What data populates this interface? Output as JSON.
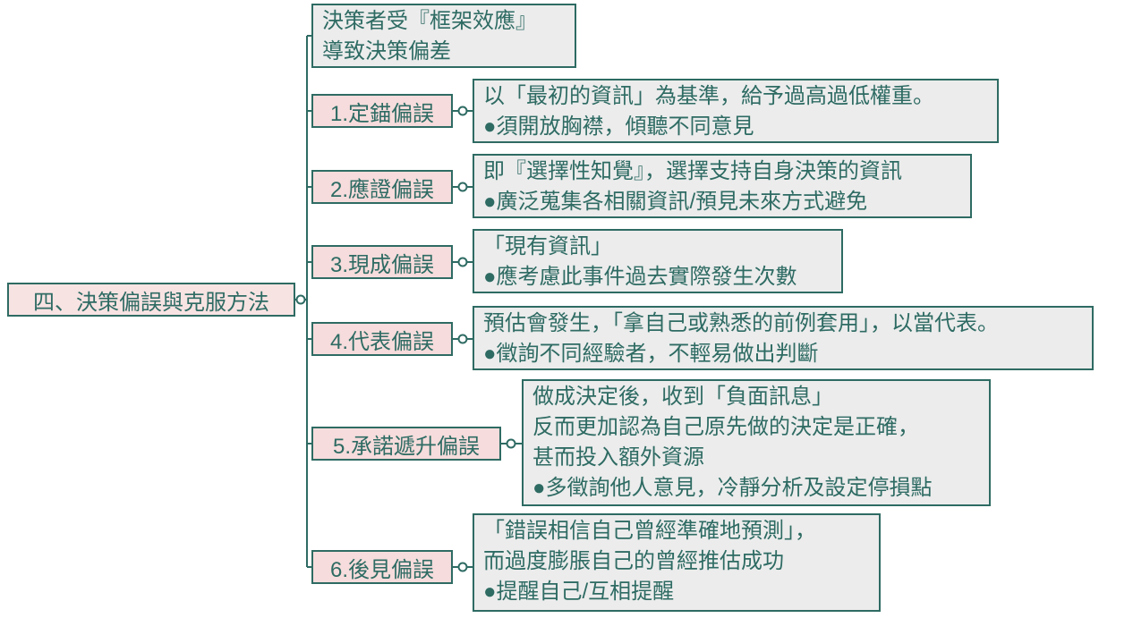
{
  "colors": {
    "accent": "#2e6b63",
    "desc_background": "#ececec",
    "branch_background": "#f6dcdc",
    "root_background": "#f8e3e3"
  },
  "root": {
    "label": "四、決策偏誤與克服方法"
  },
  "top_note": {
    "lines": [
      "決策者受『框架效應』",
      "導致決策偏差"
    ]
  },
  "branches": [
    {
      "label": "1.定錨偏誤",
      "desc": [
        "以「最初的資訊」為基準，給予過高過低權重。",
        "●須開放胸襟，傾聽不同意見"
      ]
    },
    {
      "label": "2.應證偏誤",
      "desc": [
        "即『選擇性知覺』，選擇支持自身決策的資訊",
        "●廣泛蒐集各相關資訊/預見未來方式避免"
      ]
    },
    {
      "label": "3.現成偏誤",
      "desc": [
        "「現有資訊」",
        "●應考慮此事件過去實際發生次數"
      ]
    },
    {
      "label": "4.代表偏誤",
      "desc": [
        "預估會發生，「拿自己或熟悉的前例套用」，以當代表。",
        "●徵詢不同經驗者，不輕易做出判斷"
      ]
    },
    {
      "label": "5.承諾遞升偏誤",
      "desc": [
        "做成決定後，收到「負面訊息」",
        "反而更加認為自己原先做的決定是正確，",
        "甚而投入額外資源",
        "●多徵詢他人意見，冷靜分析及設定停損點"
      ]
    },
    {
      "label": "6.後見偏誤",
      "desc": [
        "「錯誤相信自己曾經準確地預測」，",
        "而過度膨脹自己的曾經推估成功",
        "●提醒自己/互相提醒"
      ]
    }
  ]
}
